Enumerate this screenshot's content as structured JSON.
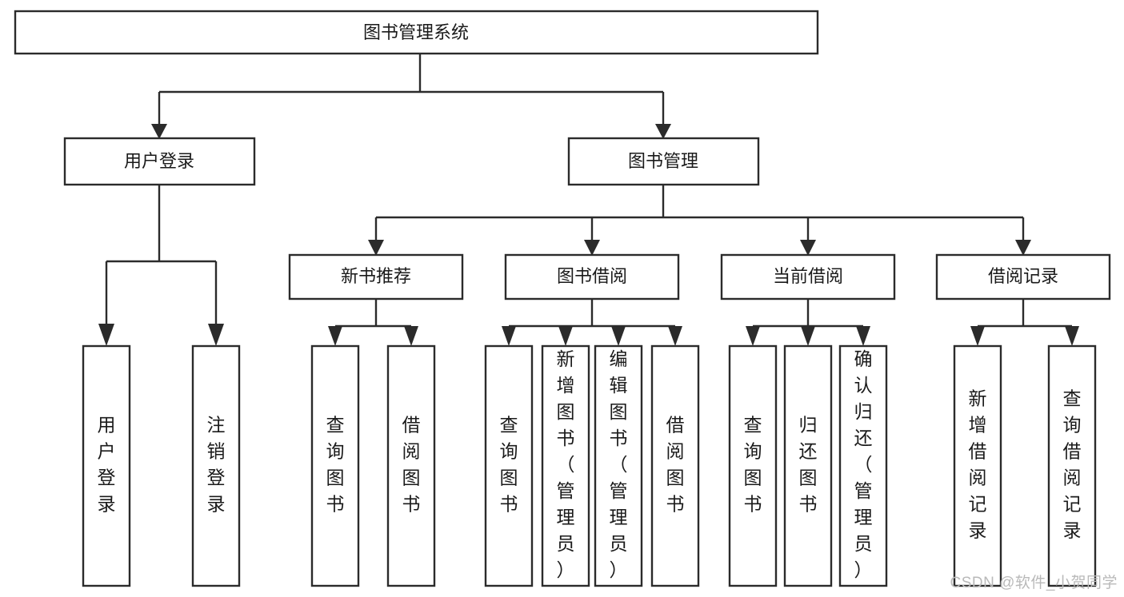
{
  "diagram": {
    "type": "tree",
    "title": "图书管理系统",
    "watermark": "CSDN @软件_小贺同学",
    "colors": {
      "stroke": "#2b2b2b",
      "fill": "#ffffff",
      "text": "#1a1a1a",
      "watermark": "#b9b9b9"
    },
    "levels": {
      "root": {
        "label": "图书管理系统"
      },
      "level2": [
        {
          "label": "用户登录"
        },
        {
          "label": "图书管理"
        }
      ],
      "level3": [
        {
          "label": "新书推荐"
        },
        {
          "label": "图书借阅"
        },
        {
          "label": "当前借阅"
        },
        {
          "label": "借阅记录"
        }
      ]
    },
    "nodes": {
      "root": "图书管理系统",
      "user_login": "用户登录",
      "book_manage": "图书管理",
      "new_book_rec": "新书推荐",
      "book_borrow": "图书借阅",
      "current_borrow": "当前借阅",
      "borrow_record": "借阅记录",
      "leaf_user_login": "用户登录",
      "leaf_logout": "注销登录",
      "leaf_query_book_1": "查询图书",
      "leaf_borrow_book_1": "借阅图书",
      "leaf_query_book_2": "查询图书",
      "leaf_add_book_admin": "新增图书（管理员）",
      "leaf_edit_book_admin": "编辑图书（管理员）",
      "leaf_borrow_book_2": "借阅图书",
      "leaf_query_book_3": "查询图书",
      "leaf_return_book": "归还图书",
      "leaf_confirm_return_admin": "确认归还（管理员）",
      "leaf_add_borrow_record": "新增借阅记录",
      "leaf_query_borrow_record": "查询借阅记录"
    },
    "groups": [
      {
        "parent": "用户登录",
        "children": [
          "用户登录",
          "注销登录"
        ]
      },
      {
        "parent": "新书推荐",
        "children": [
          "查询图书",
          "借阅图书"
        ]
      },
      {
        "parent": "图书借阅",
        "children": [
          "查询图书",
          "新增图书（管理员）",
          "编辑图书（管理员）",
          "借阅图书"
        ]
      },
      {
        "parent": "当前借阅",
        "children": [
          "查询图书",
          "归还图书",
          "确认归还（管理员）"
        ]
      },
      {
        "parent": "借阅记录",
        "children": [
          "新增借阅记录",
          "查询借阅记录"
        ]
      }
    ]
  }
}
